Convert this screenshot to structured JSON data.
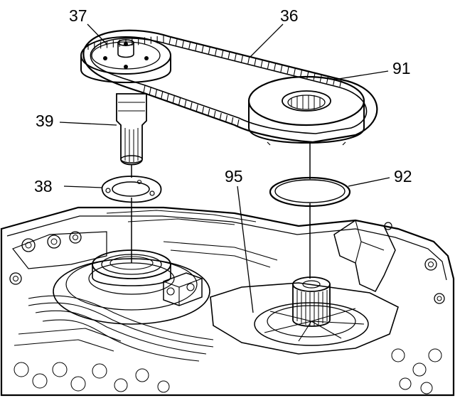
{
  "callouts": [
    {
      "id": "37",
      "label": "37"
    },
    {
      "id": "36",
      "label": "36"
    },
    {
      "id": "91",
      "label": "91"
    },
    {
      "id": "39",
      "label": "39"
    },
    {
      "id": "38",
      "label": "38"
    },
    {
      "id": "95",
      "label": "95"
    },
    {
      "id": "92",
      "label": "92"
    }
  ],
  "colors": {
    "ink": "#000000",
    "paper": "#ffffff",
    "shade": "#e8e8e8"
  }
}
